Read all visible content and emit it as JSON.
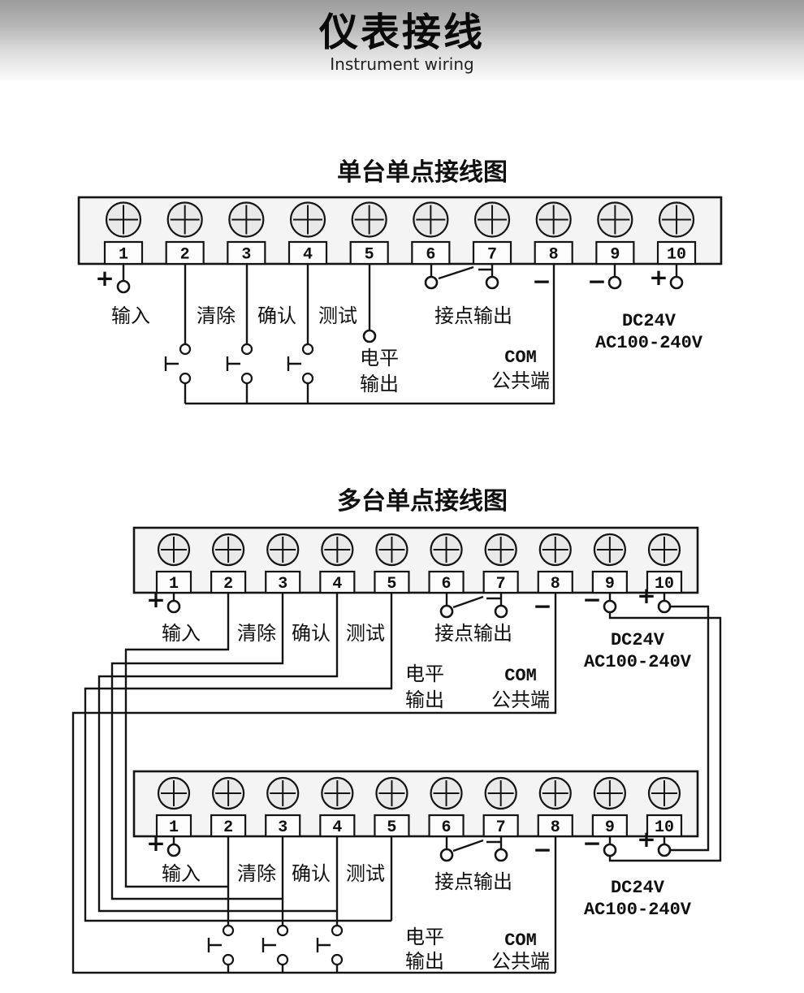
{
  "header": {
    "title": "仪表接线",
    "subtitle": "Instrument wiring"
  },
  "diagrams": [
    {
      "id": "single-unit-single-point",
      "title": "单台单点接线图",
      "terminals": [
        "1",
        "2",
        "3",
        "4",
        "5",
        "6",
        "7",
        "8",
        "9",
        "10"
      ],
      "labels": {
        "plus": "+",
        "minus": "−",
        "input": "输入",
        "clear": "清除",
        "confirm": "确认",
        "test": "测试",
        "level_out_1": "电平",
        "level_out_2": "输出",
        "contact_output": "接点输出",
        "com_1": "COM",
        "com_2": "公共端",
        "power_1": "DC24V",
        "power_2": "AC100-240V"
      }
    },
    {
      "id": "multi-unit-single-point",
      "title": "多台单点接线图",
      "terminals": [
        "1",
        "2",
        "3",
        "4",
        "5",
        "6",
        "7",
        "8",
        "9",
        "10"
      ],
      "units": [
        {
          "labels": {
            "plus": "+",
            "minus": "−",
            "input": "输入",
            "clear": "清除",
            "confirm": "确认",
            "test": "测试",
            "level_out_1": "电平",
            "level_out_2": "输出",
            "contact_output": "接点输出",
            "com_1": "COM",
            "com_2": "公共端",
            "power_1": "DC24V",
            "power_2": "AC100-240V"
          }
        },
        {
          "labels": {
            "plus": "+",
            "minus": "−",
            "input": "输入",
            "clear": "清除",
            "confirm": "确认",
            "test": "测试",
            "level_out_1": "电平",
            "level_out_2": "输出",
            "contact_output": "接点输出",
            "com_1": "COM",
            "com_2": "公共端",
            "power_1": "DC24V",
            "power_2": "AC100-240V"
          }
        }
      ]
    }
  ]
}
